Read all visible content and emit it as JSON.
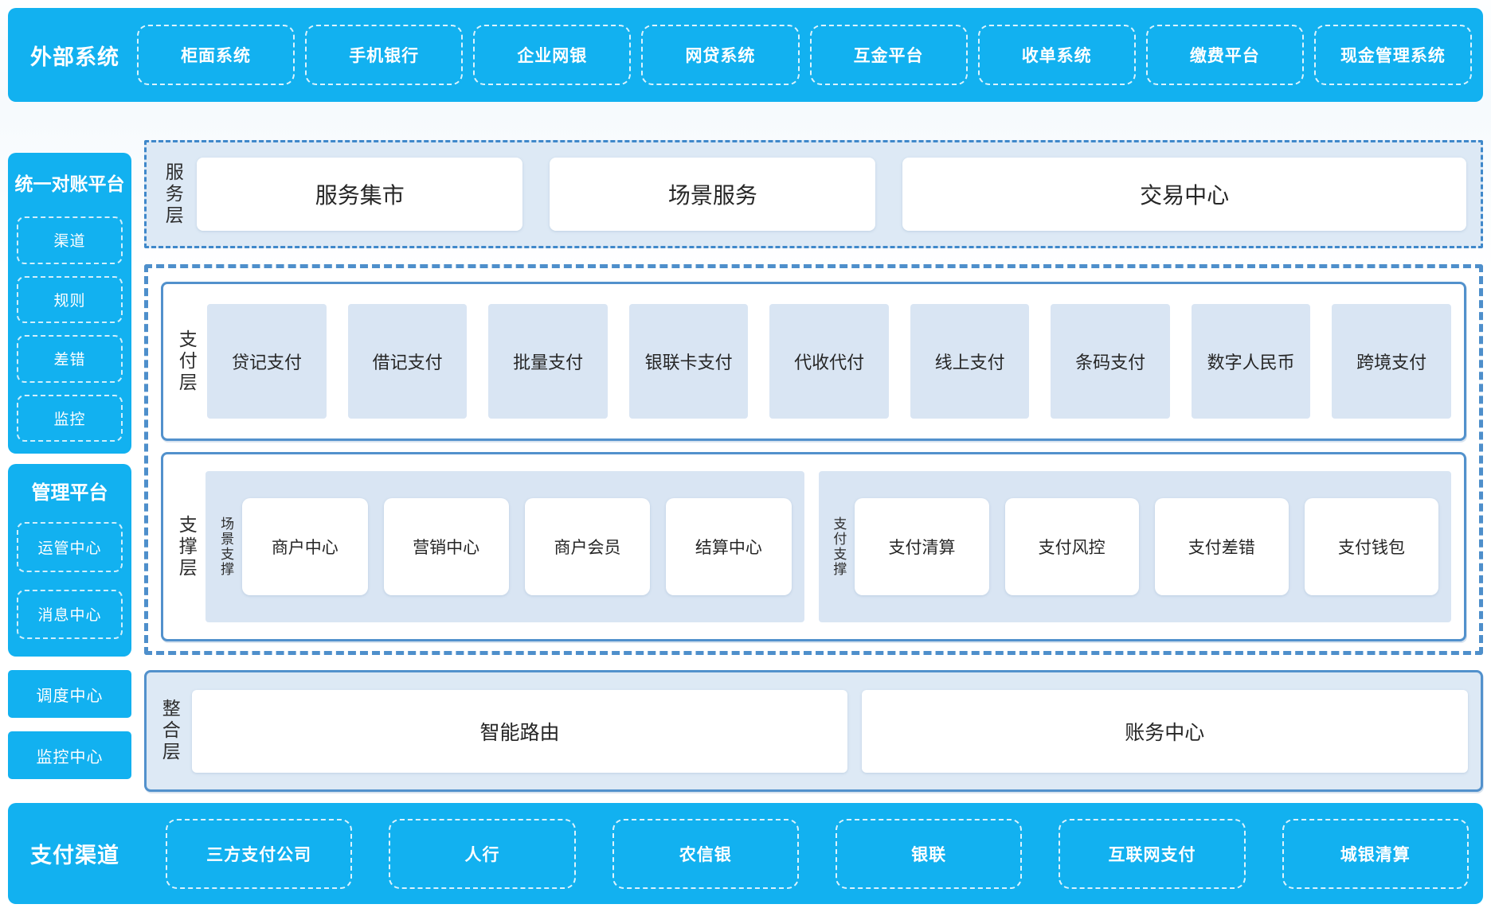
{
  "colors": {
    "accent_blue": "#12b1f0",
    "layer_bg": "#dde9f5",
    "item_bg": "#d9e5f3",
    "solid_border": "#5291cc",
    "dashed_border": "#4e8fcb",
    "text_dark": "#262626",
    "text_white": "#ffffff"
  },
  "top_bar": {
    "title": "外部系统",
    "items": [
      "柜面系统",
      "手机银行",
      "企业网银",
      "网贷系统",
      "互金平台",
      "收单系统",
      "缴费平台",
      "现金管理系统"
    ]
  },
  "sidebar": {
    "recon_panel": {
      "title": "统一对账平台",
      "items": [
        "渠道",
        "规则",
        "差错",
        "监控"
      ]
    },
    "mgmt_panel": {
      "title": "管理平台",
      "items": [
        "运管中心",
        "消息中心"
      ]
    },
    "solo_items": [
      "调度中心",
      "监控中心"
    ]
  },
  "layers": {
    "service": {
      "label": "服务层",
      "items": [
        "服务集市",
        "场景服务",
        "交易中心"
      ]
    },
    "payment": {
      "label": "支付层",
      "items": [
        "贷记支付",
        "借记支付",
        "批量支付",
        "银联卡支付",
        "代收代付",
        "线上支付",
        "条码支付",
        "数字人民币",
        "跨境支付"
      ]
    },
    "support": {
      "label": "支撑层",
      "groups": [
        {
          "label": "场景支撑",
          "items": [
            "商户中心",
            "营销中心",
            "商户会员",
            "结算中心"
          ]
        },
        {
          "label": "支付支撑",
          "items": [
            "支付清算",
            "支付风控",
            "支付差错",
            "支付钱包"
          ]
        }
      ]
    },
    "integration": {
      "label": "整合层",
      "items": [
        "智能路由",
        "账务中心"
      ]
    }
  },
  "bottom_bar": {
    "title": "支付渠道",
    "items": [
      "三方支付公司",
      "人行",
      "农信银",
      "银联",
      "互联网支付",
      "城银清算"
    ]
  }
}
